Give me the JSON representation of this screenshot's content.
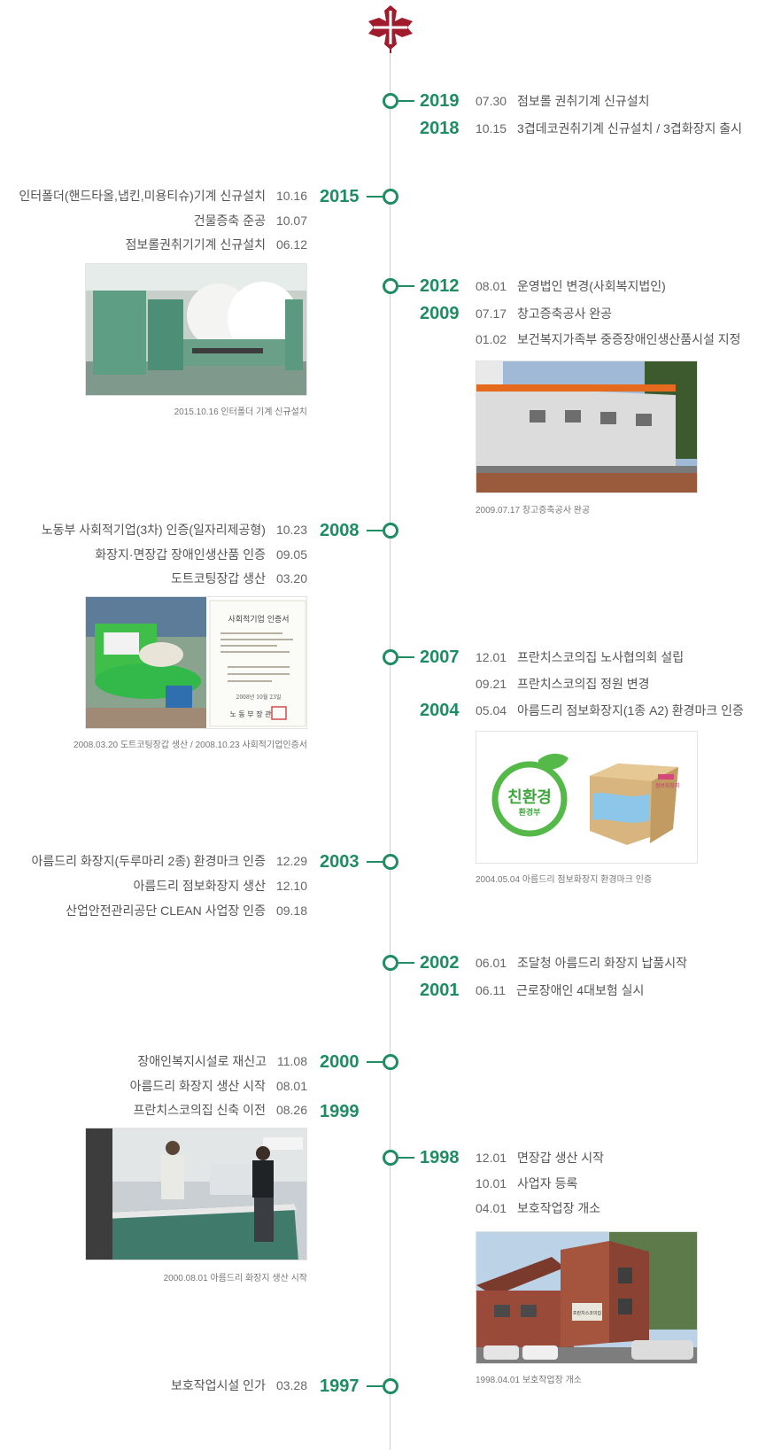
{
  "colors": {
    "accent": "#1f8c63",
    "logo": "#a01c2c",
    "line": "#cfcfcf"
  },
  "logo": {
    "icon": "cross-emblem-icon"
  },
  "timeline": {
    "y2019": {
      "year": "2019",
      "events": [
        {
          "date": "07.30",
          "text": "점보롤 권취기계 신규설치"
        }
      ]
    },
    "y2018": {
      "year": "2018",
      "events": [
        {
          "date": "10.15",
          "text": "3겹데코권취기계 신규설치 / 3겹화장지 출시"
        }
      ]
    },
    "y2015": {
      "year": "2015",
      "events": [
        {
          "date": "10.16",
          "text": "인터폴더(핸드타올,냅킨,미용티슈)기계 신규설치"
        },
        {
          "date": "10.07",
          "text": "건물증축 준공"
        },
        {
          "date": "06.12",
          "text": "점보롤권취기기계 신규설치"
        }
      ]
    },
    "y2012": {
      "year": "2012",
      "events": [
        {
          "date": "08.01",
          "text": "운영법인 변경(사회복지법인)"
        }
      ]
    },
    "y2009": {
      "year": "2009",
      "events": [
        {
          "date": "07.17",
          "text": "창고증축공사 완공"
        },
        {
          "date": "01.02",
          "text": "보건복지가족부 중증장애인생산품시설 지정"
        }
      ]
    },
    "y2008": {
      "year": "2008",
      "events": [
        {
          "date": "10.23",
          "text": "노동부 사회적기업(3차) 인증(일자리제공형)"
        },
        {
          "date": "09.05",
          "text": "화장지·면장갑 장애인생산품 인증"
        },
        {
          "date": "03.20",
          "text": "도트코팅장갑 생산"
        }
      ]
    },
    "y2007": {
      "year": "2007",
      "events": [
        {
          "date": "12.01",
          "text": "프란치스코의집 노사협의회 설립"
        },
        {
          "date": "09.21",
          "text": "프란치스코의집 정원 변경"
        }
      ]
    },
    "y2004": {
      "year": "2004",
      "events": [
        {
          "date": "05.04",
          "text": "아름드리 점보화장지(1종 A2) 환경마크 인증"
        }
      ]
    },
    "y2003": {
      "year": "2003",
      "events": [
        {
          "date": "12.29",
          "text": "아름드리 화장지(두루마리 2종) 환경마크 인증"
        },
        {
          "date": "12.10",
          "text": "아름드리 점보화장지 생산"
        },
        {
          "date": "09.18",
          "text": "산업안전관리공단 CLEAN 사업장 인증"
        }
      ]
    },
    "y2002": {
      "year": "2002",
      "events": [
        {
          "date": "06.01",
          "text": "조달청 아름드리 화장지 납품시작"
        }
      ]
    },
    "y2001": {
      "year": "2001",
      "events": [
        {
          "date": "06.11",
          "text": "근로장애인 4대보험 실시"
        }
      ]
    },
    "y2000": {
      "year": "2000",
      "events": [
        {
          "date": "11.08",
          "text": "장애인복지시설로 재신고"
        },
        {
          "date": "08.01",
          "text": "아름드리 화장지 생산 시작"
        }
      ]
    },
    "y1999": {
      "year": "1999",
      "events": [
        {
          "date": "08.26",
          "text": "프란치스코의집 신축 이전"
        }
      ]
    },
    "y1998": {
      "year": "1998",
      "events": [
        {
          "date": "12.01",
          "text": "면장갑 생산 시작"
        },
        {
          "date": "10.01",
          "text": "사업자 등록"
        },
        {
          "date": "04.01",
          "text": "보호작업장 개소"
        }
      ]
    },
    "y1997": {
      "year": "1997",
      "events": [
        {
          "date": "03.28",
          "text": "보호작업시설 인가"
        }
      ]
    }
  },
  "photos": {
    "p2015": {
      "caption": "2015.10.16 인터폴더 기계 신규설치"
    },
    "p2009": {
      "caption": "2009.07.17 창고증축공사 완공"
    },
    "p2008": {
      "caption": "2008.03.20 도트코팅장갑 생산 / 2008.10.23 사회적기업인증서",
      "cert_title": "사회적기업 인증서",
      "cert_issuer": "노 동 부 장 관",
      "cert_date": "2008년 10월 23일"
    },
    "p2004": {
      "caption": "2004.05.04 아름드리 점보화장지 환경마크 인증",
      "mark_main": "친환경",
      "mark_sub": "환경부",
      "box_label": "점보화장지"
    },
    "p2000": {
      "caption": "2000.08.01 아름드리 화장지 생산 시작"
    },
    "p1998": {
      "caption": "1998.04.01 보호작업장 개소",
      "sign": "프란치스코의집"
    }
  }
}
